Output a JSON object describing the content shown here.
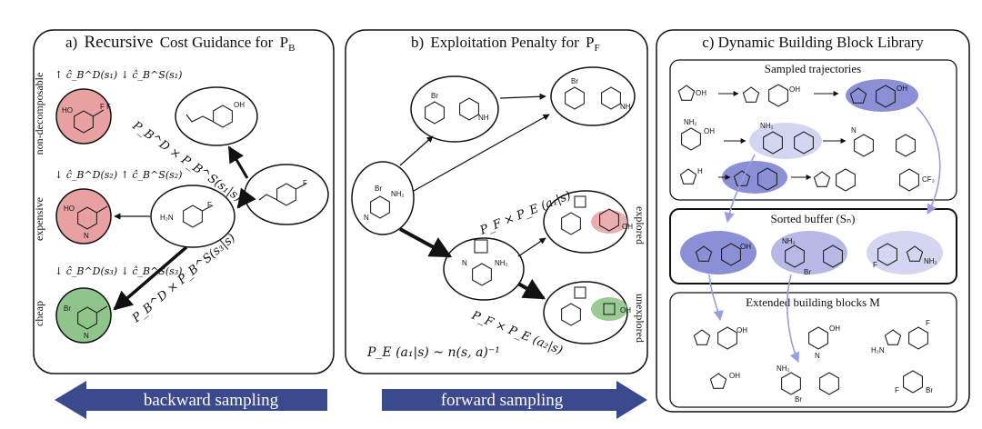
{
  "panel_a": {
    "title_prefix": "a)",
    "title_main": "Recursive",
    "title_rest": "Cost Guidance for",
    "title_symbol": "P",
    "title_sub": "B",
    "row_labels": [
      "non-decomposable",
      "expensive",
      "cheap"
    ],
    "cost_lines": [
      "↑ ĉ_B^D(s₁)  ↓ ĉ_B^S(s₁)",
      "↓ ĉ_B^D(s₂)  ↑ ĉ_B^S(s₂)",
      "↓ ĉ_B^D(s₃)  ↓ ĉ_B^S(s₃)"
    ],
    "edge_label_1": "P_B^D × P_B^S(s₁|s)",
    "edge_label_3": "P_B^D × P_B^S(s₃|s)",
    "node_colors": {
      "red": "#e8a0a0",
      "green": "#8fc58a"
    }
  },
  "panel_b": {
    "title_prefix": "b)",
    "title_main": "Exploitation Penalty for",
    "title_symbol": "P",
    "title_sub": "F",
    "edge_label_1": "P_F × P_E (a₁|s)",
    "edge_label_2": "P_F × P_E (a₂|s)",
    "side_labels": [
      "explored",
      "unexplored"
    ],
    "formula": "P_E (a₁|s) ~ n(s, a)⁻¹"
  },
  "panel_c": {
    "title": "c) Dynamic Building Block Library",
    "sub1": "Sampled trajectories",
    "sub2": "Sorted buffer (Sₙ)",
    "sub3": "Extended building blocks M"
  },
  "bottom": {
    "left_arrow_label": "backward sampling",
    "right_arrow_label": "forward sampling",
    "arrow_color": "#3a4a8c"
  },
  "colors": {
    "blob_dark": "#8a8fd6",
    "blob_mid": "#b6b9e6",
    "blob_light": "#d4d6f1"
  }
}
